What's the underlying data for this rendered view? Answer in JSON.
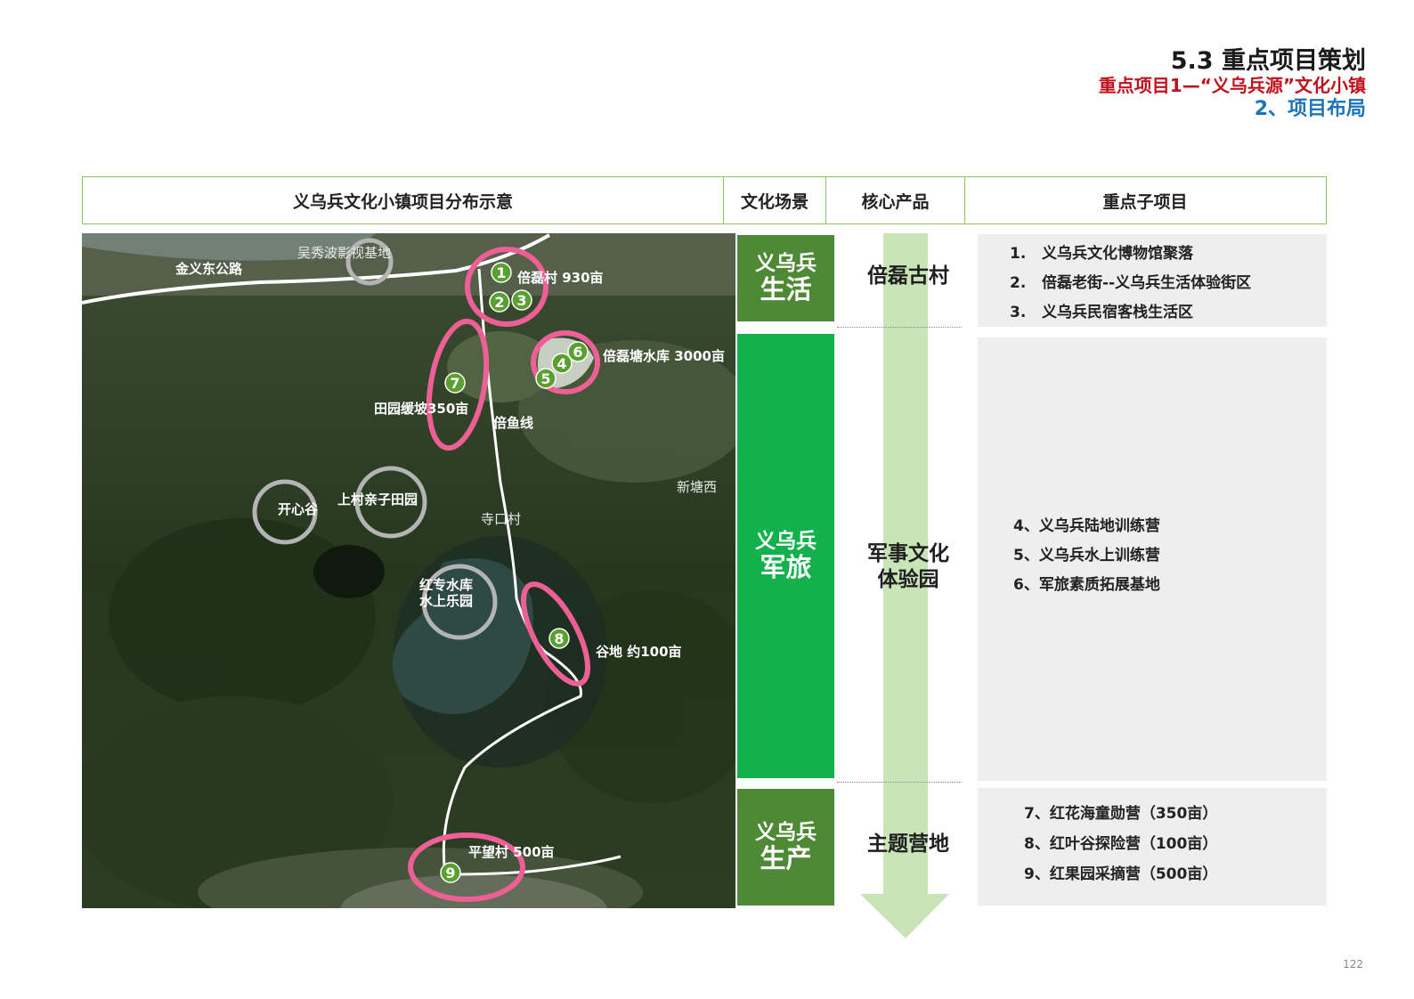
{
  "header": {
    "section": "5.3 重点项目策划",
    "project": "重点项目1—“义乌兵源”文化小镇",
    "part": "2、项目布局"
  },
  "table_headers": [
    "义乌兵文化小镇项目分布示意",
    "文化场景",
    "核心产品",
    "重点子项目"
  ],
  "map": {
    "labels": {
      "road_jinyi": "金义东公路",
      "film_base": "吴秀波影视基地",
      "beilei_village": "倍磊村 930亩",
      "reservoir": "倍磊塘水库 3000亩",
      "slope": "田园缓坡350亩",
      "beiyu_line": "倍鱼线",
      "xintangxi": "新塘西",
      "kaixingu": "开心谷",
      "shangcun_park": "上村亲子田园",
      "sikou_village": "寺口村",
      "hongzhuan_1": "红专水库",
      "hongzhuan_2": "水上乐园",
      "valley": "谷地 约100亩",
      "pingwang": "平望村 500亩"
    },
    "markers": [
      "1",
      "2",
      "3",
      "4",
      "5",
      "6",
      "7",
      "8",
      "9"
    ],
    "colors": {
      "highlight": "#ee5f95",
      "existing": "#b4b4b4",
      "marker": "#5aa030"
    }
  },
  "scenes": [
    {
      "line1": "义乌兵",
      "line2": "生活"
    },
    {
      "line1": "义乌兵",
      "line2": "军旅"
    },
    {
      "line1": "义乌兵",
      "line2": "生产"
    }
  ],
  "products": [
    {
      "line1": "倍磊古村",
      "line2": ""
    },
    {
      "line1": "军事文化",
      "line2": "体验园"
    },
    {
      "line1": "主题营地",
      "line2": ""
    }
  ],
  "subprojects": {
    "group1": [
      {
        "num": "1.",
        "text": "义乌兵文化博物馆聚落"
      },
      {
        "num": "2.",
        "text": "倍磊老街--义乌兵生活体验街区"
      },
      {
        "num": "3.",
        "text": "义乌兵民宿客栈生活区"
      }
    ],
    "group2": [
      "4、义乌兵陆地训练营",
      "5、义乌兵水上训练营",
      "6、军旅素质拓展基地"
    ],
    "group3": [
      "7、红花海童勋营（350亩）",
      "8、红叶谷探险营（100亩）",
      "9、红果园采摘营（500亩）"
    ]
  },
  "page_number": "122",
  "colors": {
    "green_dark": "#4e8a35",
    "green_bright": "#12b14c",
    "border": "#8cc36b",
    "title_red": "#c0121c",
    "title_blue": "#1e74b9"
  }
}
